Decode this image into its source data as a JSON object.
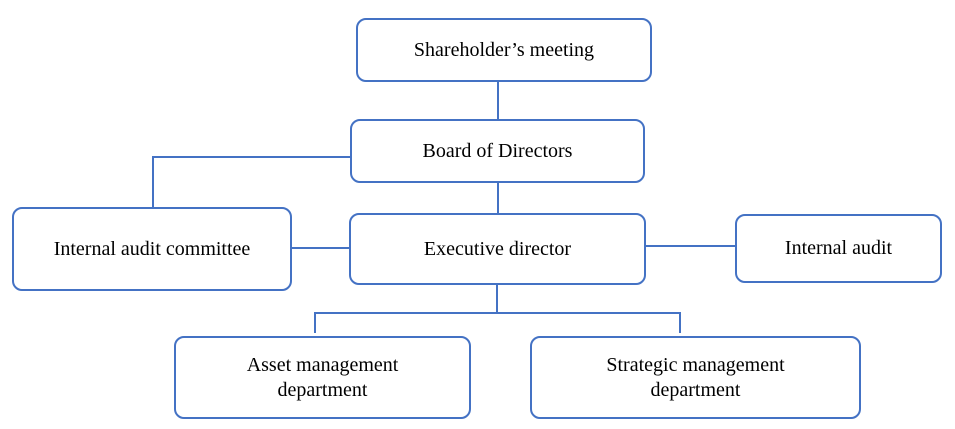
{
  "diagram": {
    "line_color": "#4472c4",
    "box_border_color": "#4472c4",
    "nodes": {
      "shareholders": "Shareholder’s meeting",
      "board": "Board of Directors",
      "audit_committee": "Internal audit committee",
      "executive": "Executive director",
      "internal_audit": "Internal audit",
      "asset_mgmt": "Asset management\ndepartment",
      "strategic_mgmt": "Strategic management\ndepartment"
    }
  }
}
